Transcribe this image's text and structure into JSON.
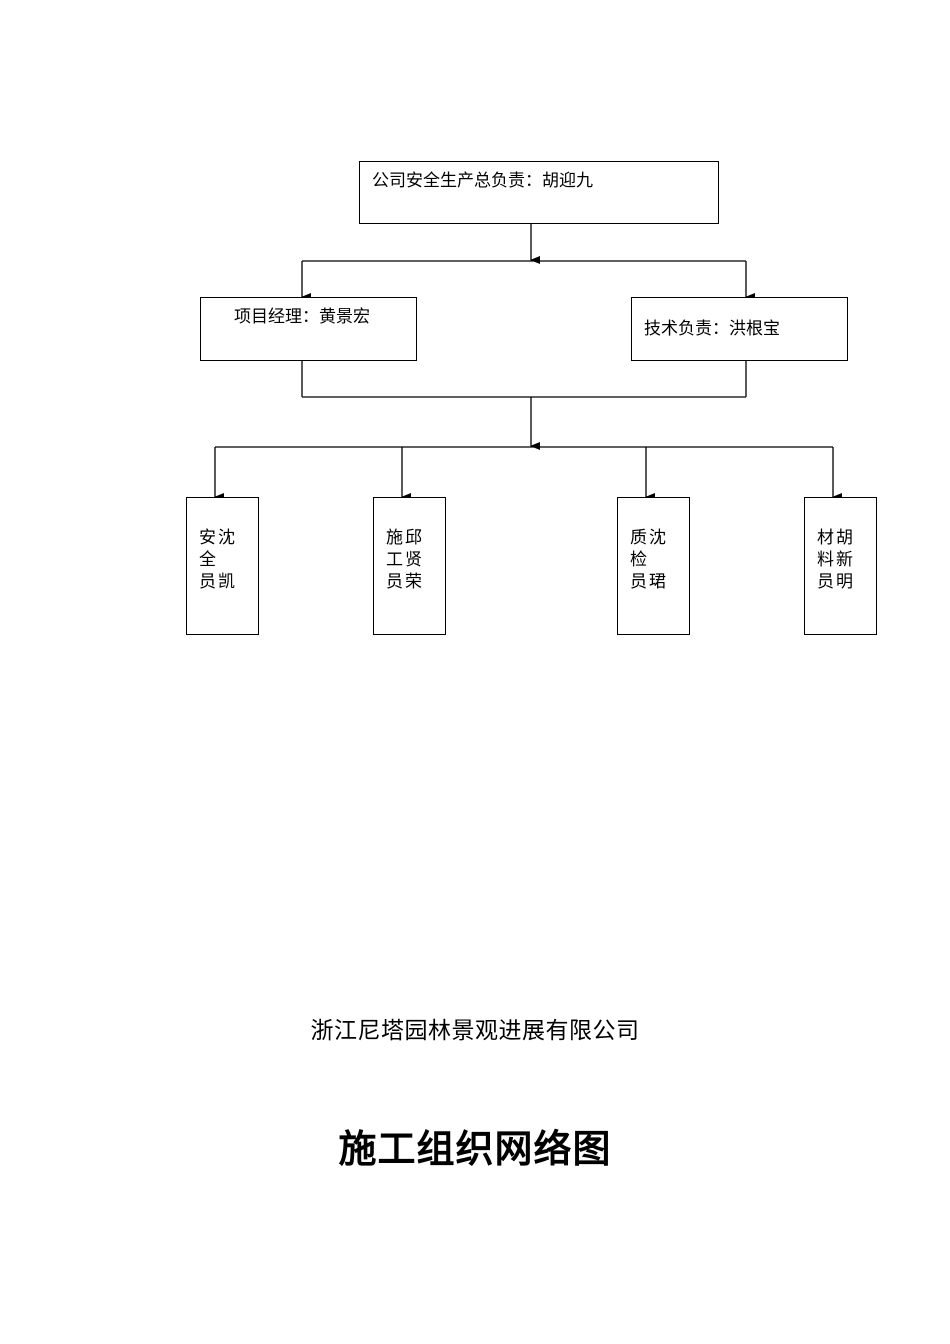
{
  "org_chart": {
    "top": {
      "text": "公司安全生产总负责：胡迎九"
    },
    "level2": [
      {
        "text": "项目经理：黄景宏"
      },
      {
        "text": "技术负责：洪根宝"
      }
    ],
    "roles": [
      {
        "role_chars": [
          "安",
          "全",
          "员"
        ],
        "name_chars": [
          "沈",
          "",
          "凯"
        ]
      },
      {
        "role_chars": [
          "施",
          "工",
          "员"
        ],
        "name_chars": [
          "邱",
          "贤",
          "荣"
        ]
      },
      {
        "role_chars": [
          "质",
          "检",
          "员"
        ],
        "name_chars": [
          "沈",
          "",
          "珺"
        ]
      },
      {
        "role_chars": [
          "材",
          "料",
          "员"
        ],
        "name_chars": [
          "胡",
          "新",
          "明"
        ]
      }
    ]
  },
  "company_name": "浙江尼塔园林景观进展有限公司",
  "title": "施工组织网络图"
}
